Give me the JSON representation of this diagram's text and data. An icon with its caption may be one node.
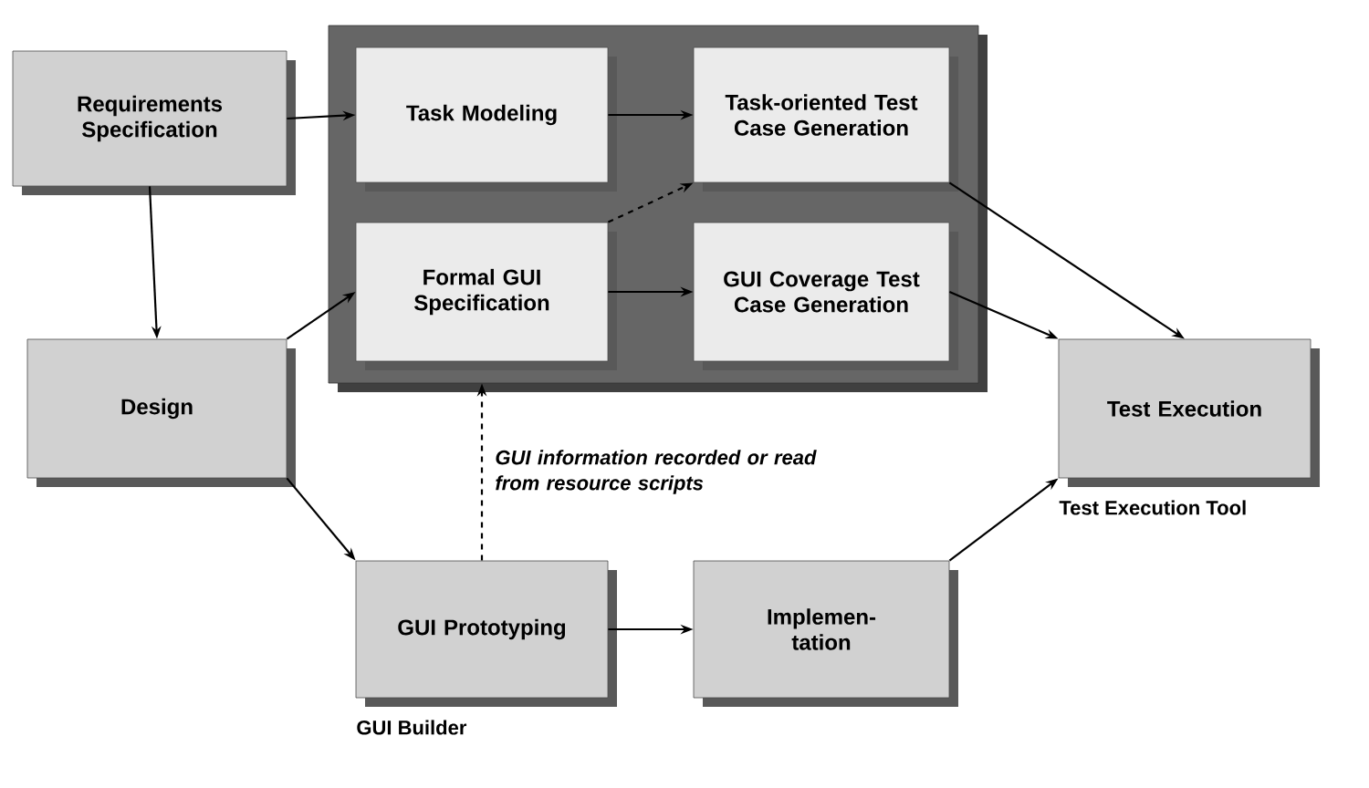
{
  "diagram": {
    "nodes": [
      {
        "text": [
          "Requirements Specification"
        ]
      },
      {
        "text": [],
        "shape": "box"
      },
      {
        "text": [
          "Task Modeling"
        ],
        "in": 1
      },
      {
        "text": [
          "Task-oriented Test Case Generation"
        ],
        "in": 1
      },
      {
        "text": [
          "Formal GUI Specification"
        ],
        "in": 1
      },
      {
        "text": [
          "GUI Coverage Test Case Generation"
        ],
        "in": 1
      },
      {
        "text": [
          "Design"
        ]
      },
      {
        "text": [
          "Test Execution"
        ],
        "beside": [
          "Test Execution Tool"
        ]
      },
      {
        "text": [
          "GUI Prototyping"
        ],
        "beside": [
          "GUI Builder"
        ]
      },
      {
        "text": [
          "Implemen- tation"
        ]
      }
    ],
    "edges": [
      {
        "from": 0,
        "to": 2,
        "arrow": "to"
      },
      {
        "from": 0,
        "to": 6,
        "arrow": "to"
      },
      {
        "from": 6,
        "to": 4,
        "arrow": "to"
      },
      {
        "from": 6,
        "to": 8,
        "arrow": "to"
      },
      {
        "from": 2,
        "to": 3,
        "arrow": "to"
      },
      {
        "from": 4,
        "to": 3,
        "arrow": "to",
        "style": "dashed"
      },
      {
        "from": 4,
        "to": 5,
        "arrow": "to"
      },
      {
        "from": 3,
        "to": 7,
        "arrow": "to"
      },
      {
        "from": 5,
        "to": 7,
        "arrow": "to"
      },
      {
        "from": 8,
        "to": 9,
        "arrow": "to"
      },
      {
        "from": 9,
        "to": 7,
        "arrow": "to"
      },
      {
        "from": 8,
        "to": 1,
        "arrow": "to",
        "style": "dashed",
        "label": "GUI information recorded or read from resource scripts"
      }
    ]
  }
}
